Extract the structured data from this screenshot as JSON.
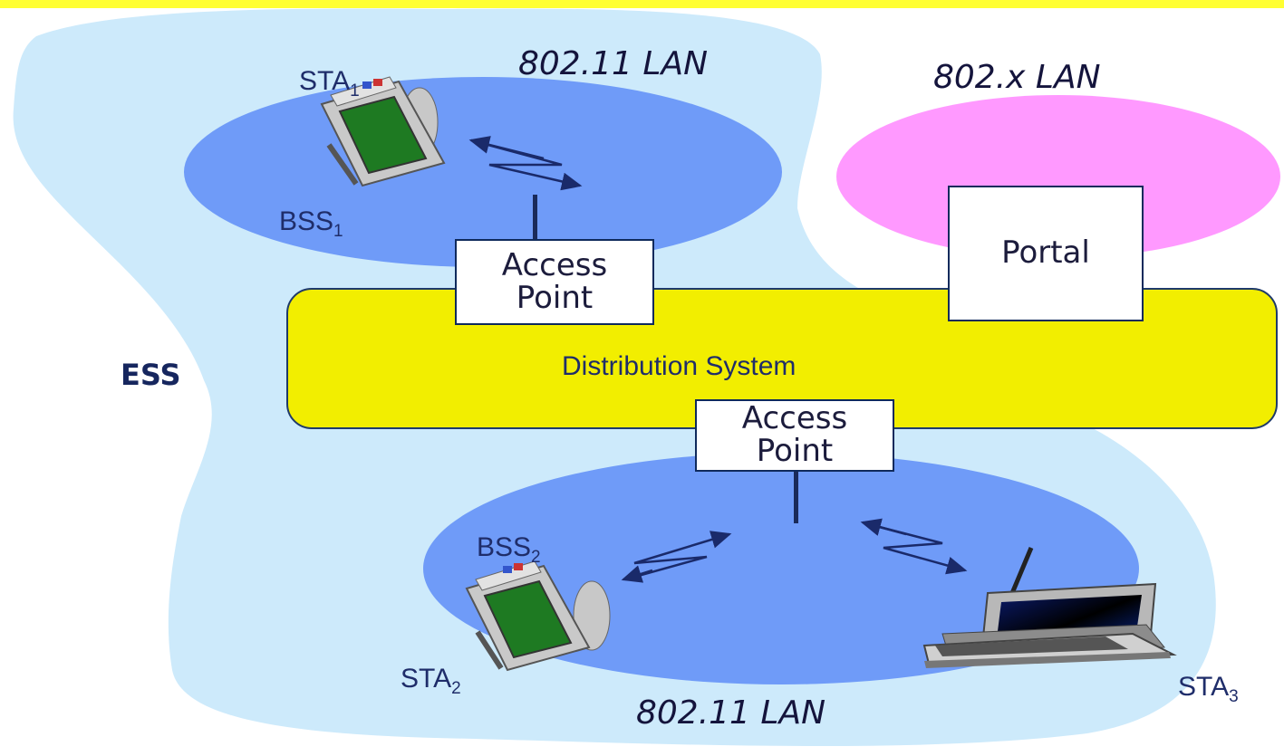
{
  "diagram": {
    "ess_label": "ESS",
    "distribution_system_label": "Distribution System",
    "top_lan_label": "802.11 LAN",
    "bottom_lan_label": "802.11 LAN",
    "other_lan_label": "802.x LAN",
    "access_point_top": {
      "line1": "Access",
      "line2": "Point"
    },
    "access_point_bottom": {
      "line1": "Access",
      "line2": "Point"
    },
    "portal_label": "Portal",
    "bss1": {
      "base": "BSS",
      "sub": "1"
    },
    "bss2": {
      "base": "BSS",
      "sub": "2"
    },
    "sta1": {
      "base": "STA",
      "sub": "1"
    },
    "sta2": {
      "base": "STA",
      "sub": "2"
    },
    "sta3": {
      "base": "STA",
      "sub": "3"
    }
  },
  "colors": {
    "ess_area": "#cdeafb",
    "bss_area": "#6f9bf8",
    "lan_8021x": "#ff99ff",
    "distribution_system": "#f2ee00",
    "header_bar": "#ffff33"
  },
  "icons": [
    "pda-icon",
    "laptop-icon",
    "wireless-link-icon"
  ]
}
